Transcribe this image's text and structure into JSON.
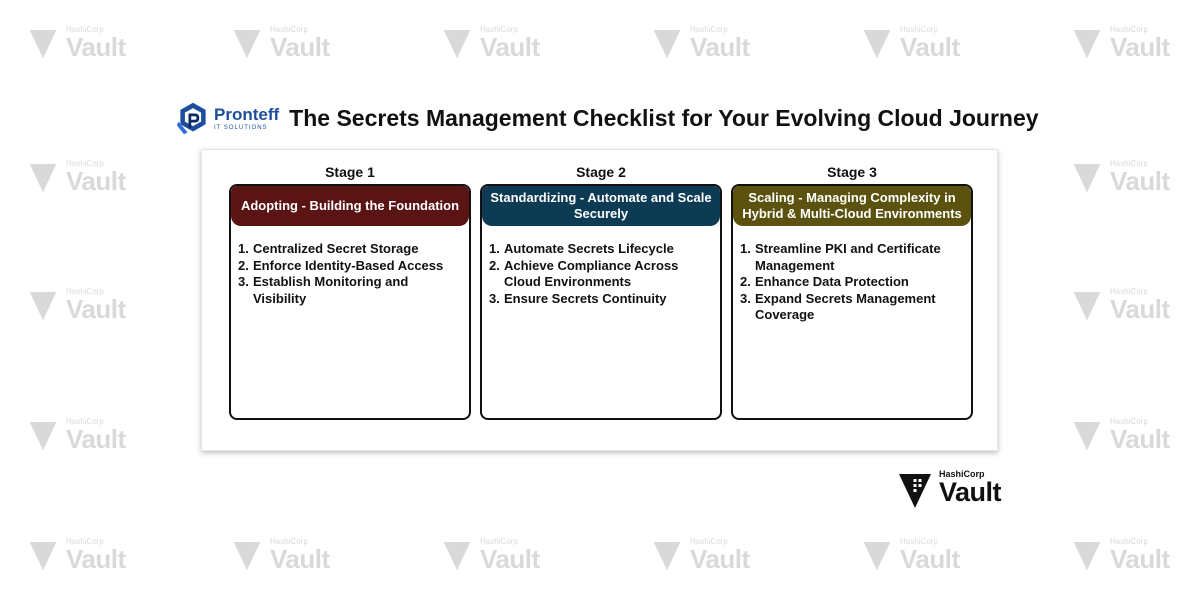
{
  "watermark": {
    "company": "HashiCorp",
    "product": "Vault"
  },
  "header": {
    "logo_name": "Pronteff",
    "logo_sub": "IT SOLUTIONS",
    "title": "The Secrets Management Checklist for Your Evolving Cloud Journey"
  },
  "stages": [
    {
      "label": "Stage 1",
      "heading": "Adopting - Building the Foundation",
      "color": "#5a1414",
      "items": [
        {
          "num": "1.",
          "text": "Centralized Secret Storage"
        },
        {
          "num": "2.",
          "text": "Enforce Identity-Based Access"
        },
        {
          "num": "3.",
          "text": "Establish Monitoring and Visibility"
        }
      ]
    },
    {
      "label": "Stage 2",
      "heading": "Standardizing - Automate and Scale Securely",
      "color": "#0d3b54",
      "items": [
        {
          "num": "1.",
          "text": "Automate Secrets Lifecycle"
        },
        {
          "num": "2.",
          "text": "Achieve Compliance Across Cloud Environments"
        },
        {
          "num": "3.",
          "text": "Ensure Secrets Continuity"
        }
      ]
    },
    {
      "label": "Stage 3",
      "heading": "Scaling - Managing Complexity in Hybrid & Multi-Cloud Environments",
      "color": "#5c520f",
      "items": [
        {
          "num": "1.",
          "text": "Streamline PKI and Certificate Management"
        },
        {
          "num": "2.",
          "text": "Enhance Data Protection"
        },
        {
          "num": "3.",
          "text": "Expand Secrets Management Coverage"
        }
      ]
    }
  ],
  "footer_logo": {
    "company": "HashiCorp",
    "product": "Vault"
  }
}
